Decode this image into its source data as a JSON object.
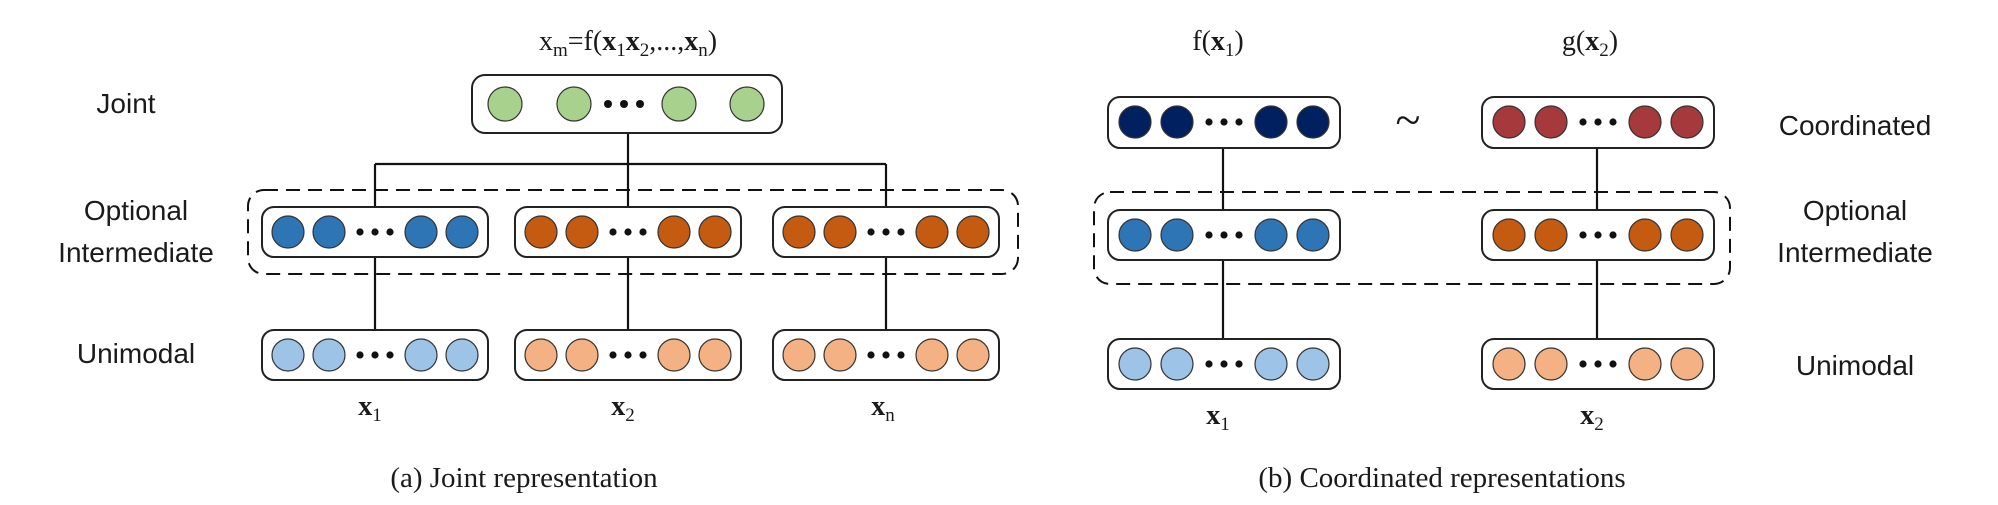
{
  "panel_a": {
    "formula": {
      "base": "x",
      "sub_m": "m",
      "eq": "=f(",
      "x1_base": "x",
      "x1_sub": "1",
      "x2_base": "x",
      "x2_sub": "2",
      "sep": ",...,",
      "xn_base": "x",
      "xn_sub": "n",
      "close": ")"
    },
    "labels": {
      "joint": "Joint",
      "optional_line1": "Optional",
      "optional_line2": "Intermediate",
      "unimodal": "Unimodal"
    },
    "inputs": [
      {
        "base": "x",
        "sub": "1"
      },
      {
        "base": "x",
        "sub": "2"
      },
      {
        "base": "x",
        "sub": "n"
      }
    ],
    "caption": "(a) Joint representation"
  },
  "panel_b": {
    "func_f": {
      "pre": "f(",
      "base": "x",
      "sub": "1",
      "post": ")"
    },
    "func_g": {
      "pre": "g(",
      "base": "x",
      "sub": "2",
      "post": ")"
    },
    "similarity": "~",
    "labels": {
      "coordinated": "Coordinated",
      "optional_line1": "Optional",
      "optional_line2": "Intermediate",
      "unimodal": "Unimodal"
    },
    "inputs": [
      {
        "base": "x",
        "sub": "1"
      },
      {
        "base": "x",
        "sub": "2"
      }
    ],
    "caption": "(b) Coordinated representations"
  },
  "colors": {
    "joint_green": "#a9d18e",
    "blue_mid": "#2e75b6",
    "blue_light": "#9dc3e6",
    "orange_dark": "#c55a11",
    "orange_light": "#f4b183",
    "navy": "#002060",
    "dark_red": "#a5393b"
  }
}
